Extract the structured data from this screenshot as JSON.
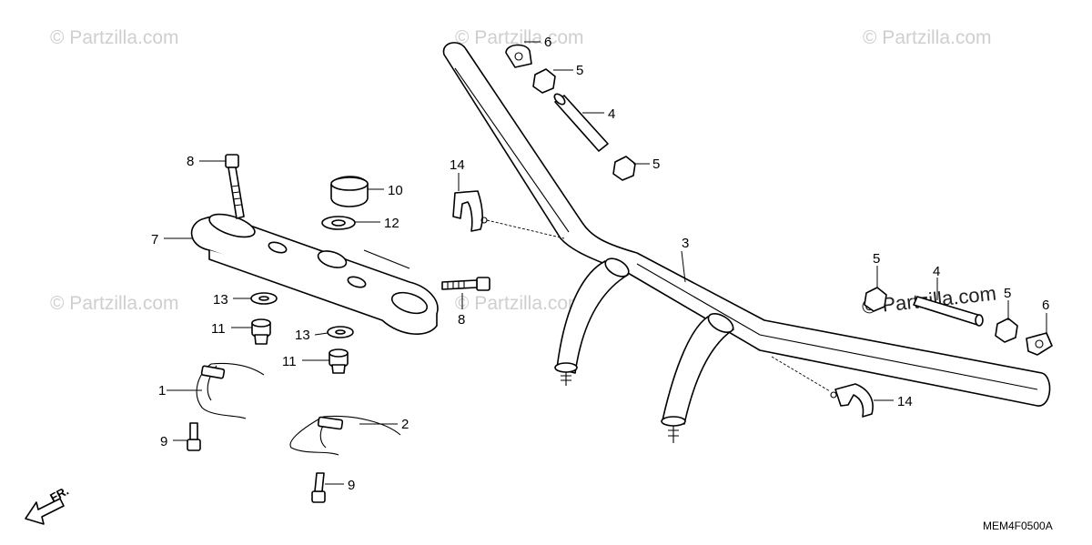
{
  "watermarks": {
    "tl": "© Partzilla.com",
    "tc": "© Partzilla.com",
    "tr": "© Partzilla.com",
    "ml": "© Partzilla.com",
    "mc": "© Partzilla.com",
    "mr": "© Partzilla.com"
  },
  "callouts": {
    "c1": "1",
    "c2": "2",
    "c3": "3",
    "c4a": "4",
    "c4b": "4",
    "c5a": "5",
    "c5b": "5",
    "c5c": "5",
    "c5d": "5",
    "c6a": "6",
    "c6b": "6",
    "c7": "7",
    "c8a": "8",
    "c8b": "8",
    "c9a": "9",
    "c9b": "9",
    "c10": "10",
    "c11a": "11",
    "c11b": "11",
    "c12": "12",
    "c13a": "13",
    "c13b": "13",
    "c14a": "14",
    "c14b": "14"
  },
  "diagram_code": "MEM4F0500A",
  "direction_label": "FR.",
  "colors": {
    "ink": "#000000",
    "watermark": "#cfcfcf",
    "paper": "#ffffff"
  }
}
